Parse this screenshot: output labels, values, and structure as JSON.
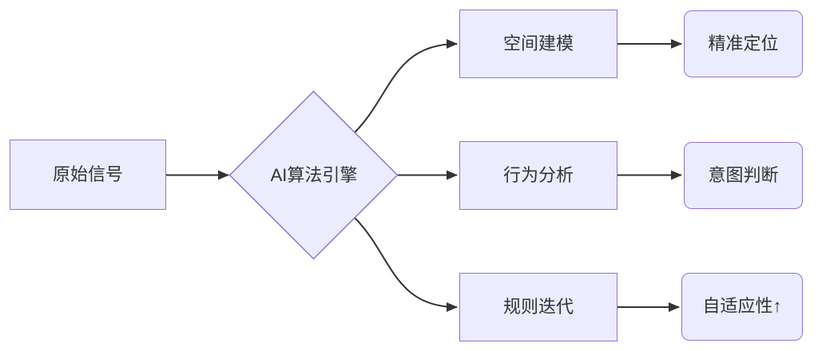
{
  "diagram": {
    "type": "flowchart",
    "direction": "left-to-right",
    "colors": {
      "node_fill": "#ECECFF",
      "node_border": "#9370DB",
      "edge": "#333333",
      "text": "#333333",
      "background": "#FFFFFF"
    },
    "nodes": [
      {
        "id": "A",
        "label": "原始信号",
        "shape": "rect"
      },
      {
        "id": "B",
        "label": "AI算法引擎",
        "shape": "diamond"
      },
      {
        "id": "C1",
        "label": "空间建模",
        "shape": "rect"
      },
      {
        "id": "C2",
        "label": "行为分析",
        "shape": "rect"
      },
      {
        "id": "C3",
        "label": "规则迭代",
        "shape": "rect"
      },
      {
        "id": "D1",
        "label": "精准定位",
        "shape": "rounded"
      },
      {
        "id": "D2",
        "label": "意图判断",
        "shape": "rounded"
      },
      {
        "id": "D3",
        "label": "自适应性↑",
        "shape": "rounded"
      }
    ],
    "edges": [
      {
        "from": "A",
        "to": "B"
      },
      {
        "from": "B",
        "to": "C1"
      },
      {
        "from": "B",
        "to": "C2"
      },
      {
        "from": "B",
        "to": "C3"
      },
      {
        "from": "C1",
        "to": "D1"
      },
      {
        "from": "C2",
        "to": "D2"
      },
      {
        "from": "C3",
        "to": "D3"
      }
    ]
  }
}
